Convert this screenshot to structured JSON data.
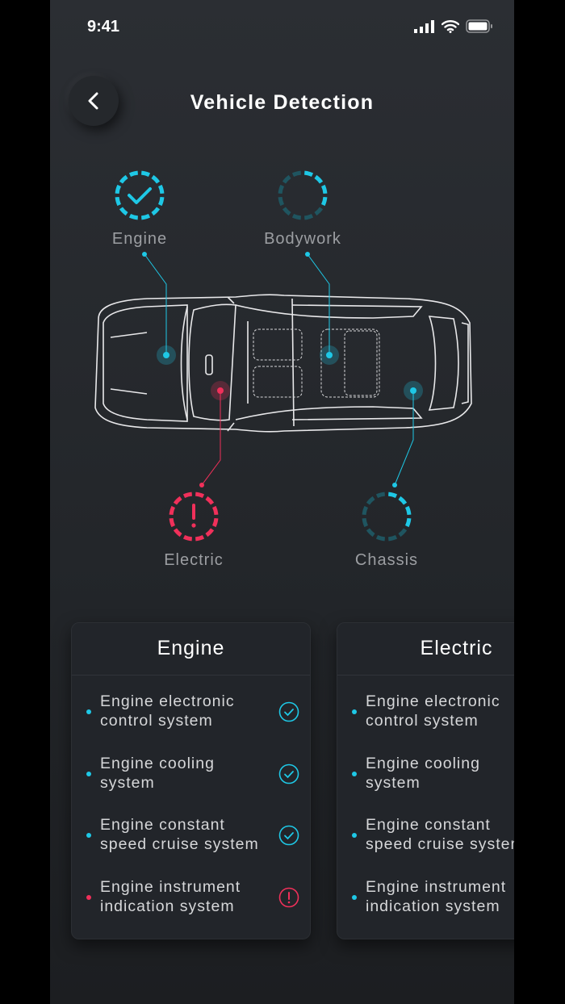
{
  "status_bar": {
    "time": "9:41"
  },
  "header": {
    "title": "Vehicle Detection",
    "back_icon": "chevron-left-icon"
  },
  "colors": {
    "ok": "#1ec8e6",
    "warn": "#f0305a",
    "dim": "#1f5560",
    "label": "#9c9ea2"
  },
  "systems": [
    {
      "label": "Engine",
      "status": "ok",
      "progress": 1.0
    },
    {
      "label": "Bodywork",
      "status": "scanning",
      "progress": 0.35
    },
    {
      "label": "Electric",
      "status": "error",
      "progress": 1.0
    },
    {
      "label": "Chassis",
      "status": "scanning",
      "progress": 0.35
    }
  ],
  "cards": [
    {
      "title": "Engine",
      "items": [
        {
          "text1": "Engine electronic",
          "text2": "control system",
          "status": "ok"
        },
        {
          "text1": "Engine cooling",
          "text2": "system",
          "status": "ok"
        },
        {
          "text1": "Engine constant",
          "text2": "speed cruise system",
          "status": "ok"
        },
        {
          "text1": "Engine instrument",
          "text2": "indication system",
          "status": "error"
        }
      ]
    },
    {
      "title": "Electric",
      "items": [
        {
          "text1": "Engine electronic",
          "text2": "control system",
          "status": "ok"
        },
        {
          "text1": "Engine cooling",
          "text2": "system",
          "status": "ok"
        },
        {
          "text1": "Engine constant",
          "text2": "speed cruise system",
          "status": "ok"
        },
        {
          "text1": "Engine instrument",
          "text2": "indication system",
          "status": "ok"
        }
      ]
    }
  ]
}
